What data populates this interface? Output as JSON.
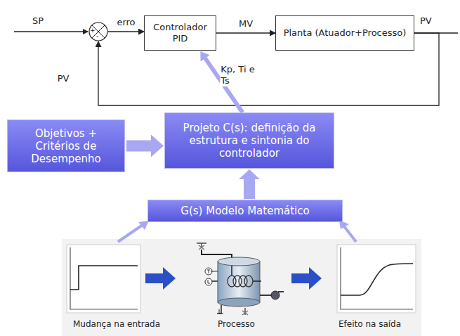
{
  "diagram": {
    "nodes": [
      {
        "text": [
          "+",
          "-"
        ]
      },
      {
        "text": [
          "Controlador PID"
        ]
      },
      {
        "text": [
          "Planta (Atuador+Processo)"
        ]
      },
      {
        "text": [
          "Objetivos + Critérios de Desempenho"
        ]
      },
      {
        "text": [
          "Projeto C(s): definição da estrutura e sintonia do controlador"
        ]
      },
      {
        "text": [
          "G(s) Modelo Matemático"
        ]
      }
    ],
    "edges": [
      {
        "from": 0,
        "to": 1,
        "label": "erro",
        "arrow": "to"
      },
      {
        "from": 1,
        "to": 2,
        "label": "MV",
        "arrow": "to"
      },
      {
        "from": 2,
        "to": 0,
        "label": "PV",
        "arrow": "to"
      },
      {
        "from": 4,
        "to": 1,
        "label": "Kp, Ti e Ts",
        "arrow": "to"
      },
      {
        "from": 3,
        "to": 4,
        "arrow": "to"
      },
      {
        "from": 5,
        "to": 4,
        "arrow": "to"
      }
    ],
    "labels": [
      "SP",
      "PV",
      "Mudança na entrada",
      "Processo",
      "Efeito na saída"
    ]
  }
}
